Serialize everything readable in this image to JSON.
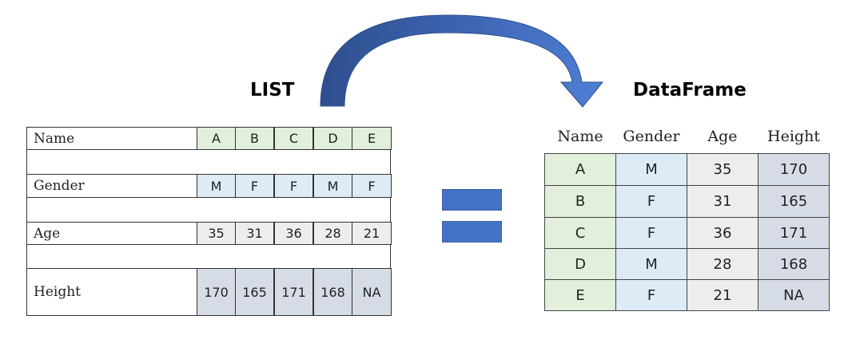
{
  "list": {
    "title": "LIST",
    "rows": [
      {
        "label": "Name",
        "values": [
          "A",
          "B",
          "C",
          "D",
          "E"
        ],
        "color": "#E2EFDA"
      },
      {
        "label": "Gender",
        "values": [
          "M",
          "F",
          "F",
          "M",
          "F"
        ],
        "color": "#DDEBF7"
      },
      {
        "label": "Age",
        "values": [
          "35",
          "31",
          "36",
          "28",
          "21"
        ],
        "color": "#EDEDED"
      },
      {
        "label": "Height",
        "values": [
          "170",
          "165",
          "171",
          "168",
          "NA"
        ],
        "color": "#D6DCE5"
      }
    ]
  },
  "dataframe": {
    "title": "DataFrame",
    "columns": [
      "Name",
      "Gender",
      "Age",
      "Height"
    ],
    "column_colors": [
      "#E2EFDA",
      "#DDEBF7",
      "#EDEDED",
      "#D6DCE5"
    ],
    "rows": [
      [
        "A",
        "M",
        "35",
        "170"
      ],
      [
        "B",
        "F",
        "31",
        "165"
      ],
      [
        "C",
        "F",
        "36",
        "171"
      ],
      [
        "D",
        "M",
        "28",
        "168"
      ],
      [
        "E",
        "F",
        "21",
        "NA"
      ]
    ]
  },
  "arrow_color": "#4472C4"
}
